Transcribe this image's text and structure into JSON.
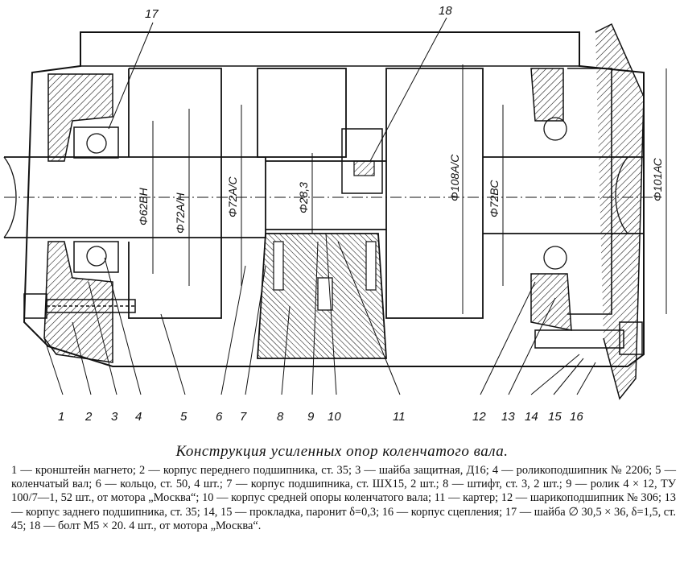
{
  "diagram": {
    "callouts": [
      "1",
      "2",
      "3",
      "4",
      "5",
      "6",
      "7",
      "8",
      "9",
      "10",
      "11",
      "12",
      "13",
      "14",
      "15",
      "16",
      "17",
      "18"
    ],
    "dimensions": [
      "Φ62ВН",
      "Φ72А/Н",
      "Φ72А/С",
      "Φ28,3",
      "Φ108А/С",
      "Φ72ВС",
      "Φ101АС"
    ]
  },
  "caption": "Конструкция усиленных опор коленчатого вала.",
  "legend": [
    "1 — кронштейн магнето; 2 — корпус переднего подшипника, ст. 35; 3 — шайба защитная, Д16; 4 — роликоподшипник № 2206; 5 — коленчатый вал; 6 — кольцо, ст. 50, 4 шт.; 7 — корпус подшипника, ст. ШХ15, 2 шт.; 8 — штифт, ст. 3, 2 шт.; 9 — ролик 4 × 12, ТУ 100/7—1, 52 шт., от мотора „Москва“; 10 — корпус средней опоры коленчатого вала; 11 — картер; 12 — шарикоподшипник № 306; 13 — корпус заднего подшипника, ст. 35; 14, 15 — прокладка, паронит δ=0,3; 16 — корпус сцепления; 17 — шайба ∅ 30,5 × 36, δ=1,5, ст. 45; 18 — болт М5 × 20. 4 шт., от мотора „Москва“."
  ]
}
